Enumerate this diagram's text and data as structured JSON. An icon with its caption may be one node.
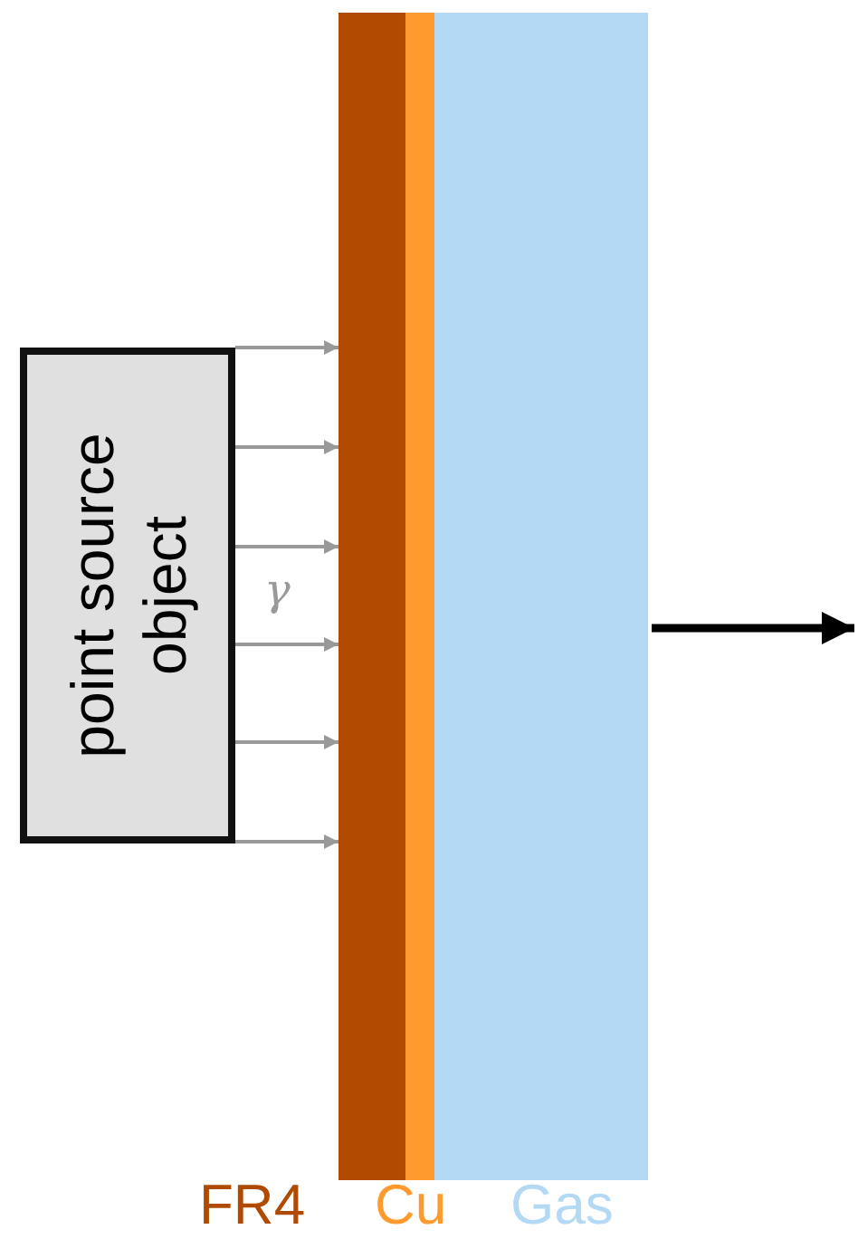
{
  "diagram": {
    "nodes": [
      {
        "text": [
          "point source object"
        ]
      },
      {
        "text": [
          "FR4"
        ]
      },
      {
        "text": [
          "Cu"
        ]
      },
      {
        "text": [
          "Gas"
        ]
      }
    ],
    "edges": [
      {
        "from": 0,
        "to": 1,
        "arrow": "to"
      },
      {
        "from": 0,
        "to": 1,
        "arrow": "to"
      },
      {
        "from": 0,
        "to": 1,
        "arrow": "to"
      },
      {
        "from": 0,
        "to": 1,
        "arrow": "to"
      },
      {
        "from": 0,
        "to": 1,
        "arrow": "to"
      },
      {
        "from": 0,
        "to": 1,
        "arrow": "to"
      },
      {
        "from": 3,
        "to": null,
        "arrow": "to",
        "style": "thick",
        "color": "#000000"
      }
    ],
    "labels": [
      "γ"
    ]
  }
}
